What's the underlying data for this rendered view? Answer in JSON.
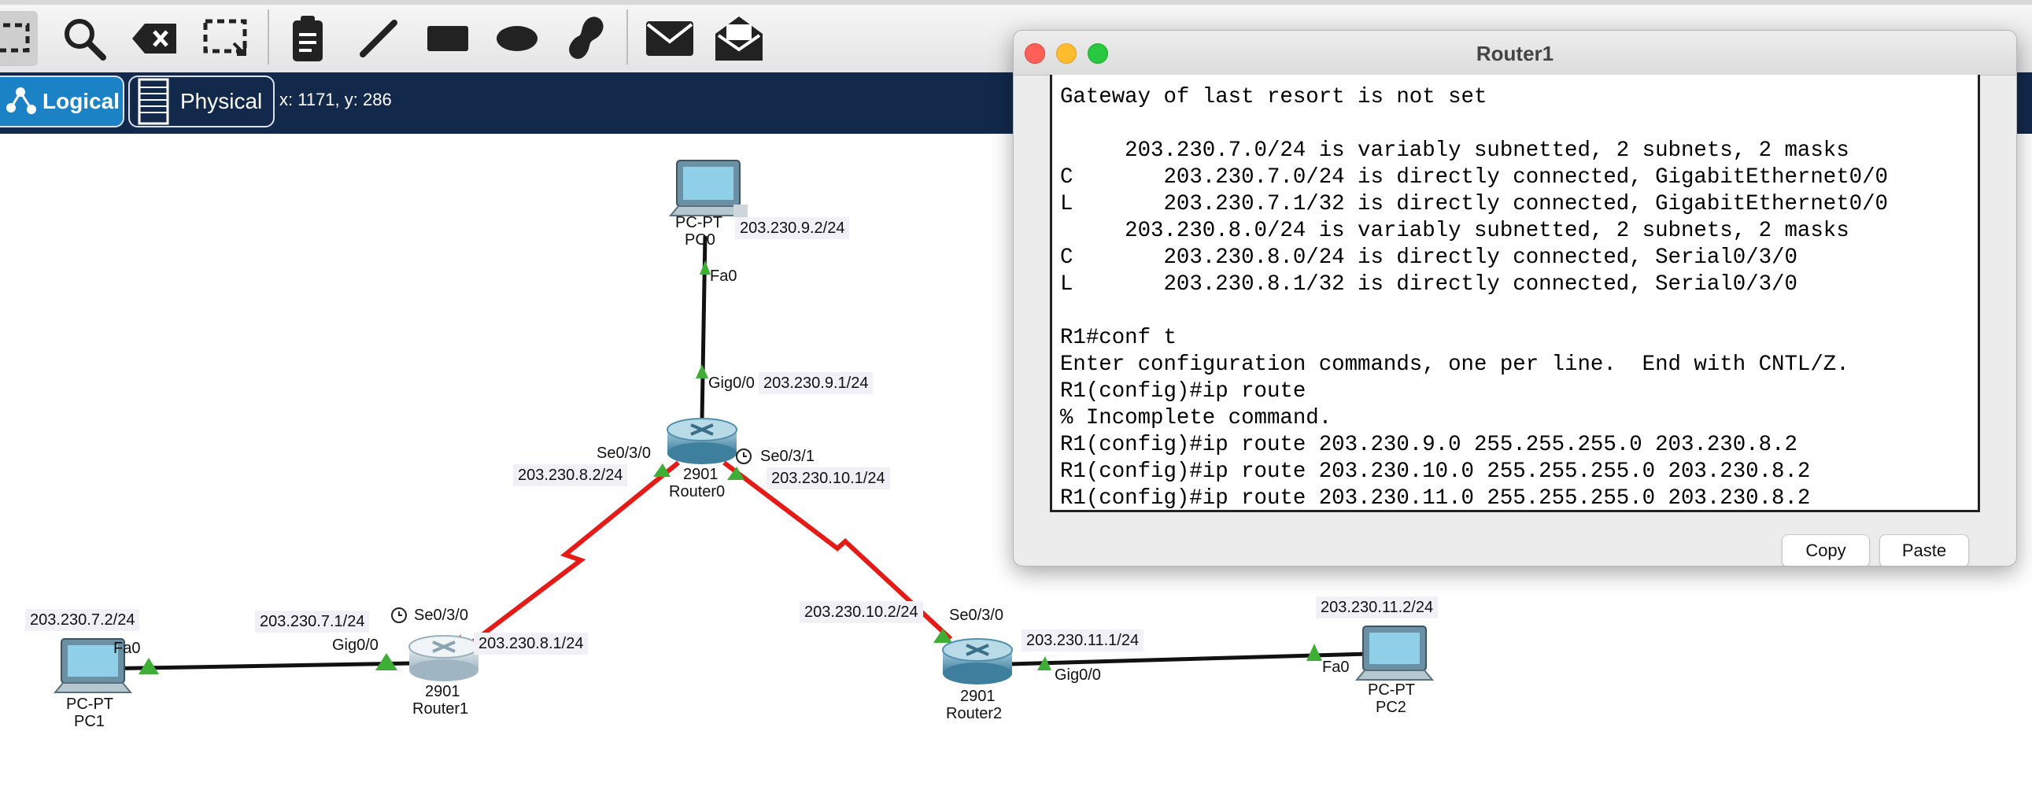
{
  "toolbar": {
    "tools": [
      "select-icon",
      "inspect-icon",
      "delete-icon",
      "resize-icon",
      "note-icon",
      "draw-line-icon",
      "rectangle-icon",
      "ellipse-icon",
      "freeform-icon",
      "add-pdu-icon",
      "add-complex-pdu-icon"
    ]
  },
  "navbar": {
    "logical_label": "Logical",
    "physical_label": "Physical",
    "coords": "x: 1171, y: 286"
  },
  "network": {
    "pc0": {
      "type": "PC-PT",
      "name": "PC0",
      "ip": "203.230.9.2/24",
      "port": "Fa0"
    },
    "router0": {
      "model": "2901",
      "name": "Router0",
      "gig_port": "Gig0/0",
      "gig_ip": "203.230.9.1/24",
      "se0_port": "Se0/3/0",
      "se0_ip": "203.230.8.2/24",
      "se1_port": "Se0/3/1",
      "se1_ip": "203.230.10.1/24"
    },
    "router1": {
      "model": "2901",
      "name": "Router1",
      "gig_port": "Gig0/0",
      "gig_ip": "203.230.7.1/24",
      "se_port": "Se0/3/0",
      "se_ip": "203.230.8.1/24"
    },
    "router2": {
      "model": "2901",
      "name": "Router2",
      "gig_port": "Gig0/0",
      "gig_ip": "203.230.11.1/24",
      "se_port": "Se0/3/0",
      "se_ip": "203.230.10.2/24"
    },
    "pc1": {
      "type": "PC-PT",
      "name": "PC1",
      "ip": "203.230.7.2/24",
      "port": "Fa0"
    },
    "pc2": {
      "type": "PC-PT",
      "name": "PC2",
      "ip": "203.230.11.2/24",
      "port": "Fa0"
    },
    "colors": {
      "serial_link": "#e41b17",
      "ethernet_link": "#111111",
      "port_up": "#3fae36"
    }
  },
  "terminal": {
    "title": "Router1",
    "lines": [
      "Gateway of last resort is not set",
      "",
      "     203.230.7.0/24 is variably subnetted, 2 subnets, 2 masks",
      "C       203.230.7.0/24 is directly connected, GigabitEthernet0/0",
      "L       203.230.7.1/32 is directly connected, GigabitEthernet0/0",
      "     203.230.8.0/24 is variably subnetted, 2 subnets, 2 masks",
      "C       203.230.8.0/24 is directly connected, Serial0/3/0",
      "L       203.230.8.1/32 is directly connected, Serial0/3/0",
      "",
      "R1#conf t",
      "Enter configuration commands, one per line.  End with CNTL/Z.",
      "R1(config)#ip route",
      "% Incomplete command.",
      "R1(config)#ip route 203.230.9.0 255.255.255.0 203.230.8.2",
      "R1(config)#ip route 203.230.10.0 255.255.255.0 203.230.8.2",
      "R1(config)#ip route 203.230.11.0 255.255.255.0 203.230.8.2"
    ],
    "copy_label": "Copy",
    "paste_label": "Paste"
  }
}
